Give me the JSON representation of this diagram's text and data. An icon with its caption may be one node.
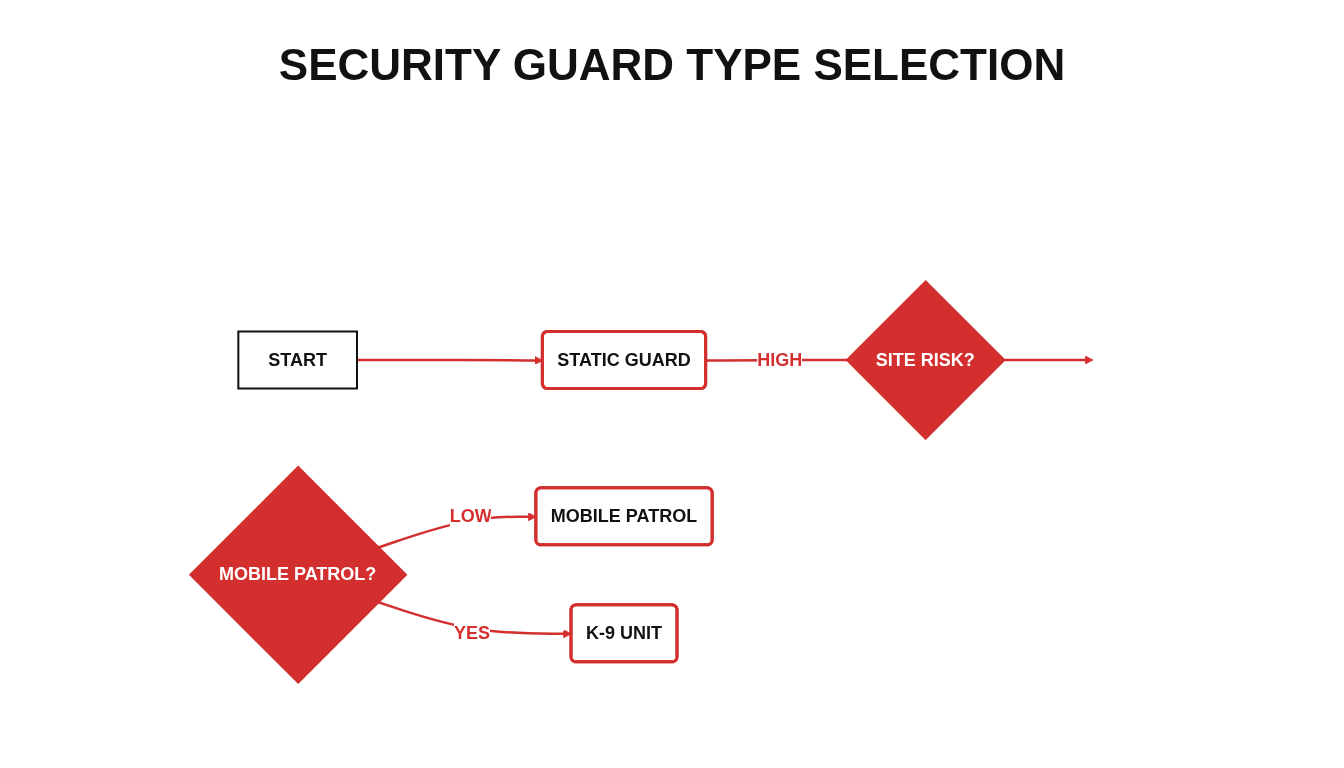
{
  "diagram": {
    "title": "SECURITY GUARD TYPE SELECTION",
    "nodes": [
      {
        "text": [
          "START"
        ]
      },
      {
        "text": [
          "STATIC GUARD"
        ]
      },
      {
        "text": [
          "SITE RISK?"
        ]
      },
      {
        "text": [
          "MOBILE PATROL?"
        ]
      },
      {
        "text": [
          "MOBILE PATROL"
        ]
      },
      {
        "text": [
          "K-9 UNIT"
        ]
      }
    ],
    "edges": [
      {
        "from": 0,
        "to": 1,
        "arrow": "to"
      },
      {
        "from": 1,
        "to": 2,
        "arrow": "none",
        "label": "HIGH"
      },
      {
        "from": 2,
        "to": null,
        "arrow": "to"
      },
      {
        "from": 3,
        "to": 4,
        "arrow": "to",
        "label": "LOW"
      },
      {
        "from": 3,
        "to": 5,
        "arrow": "to",
        "label": "YES"
      }
    ]
  }
}
